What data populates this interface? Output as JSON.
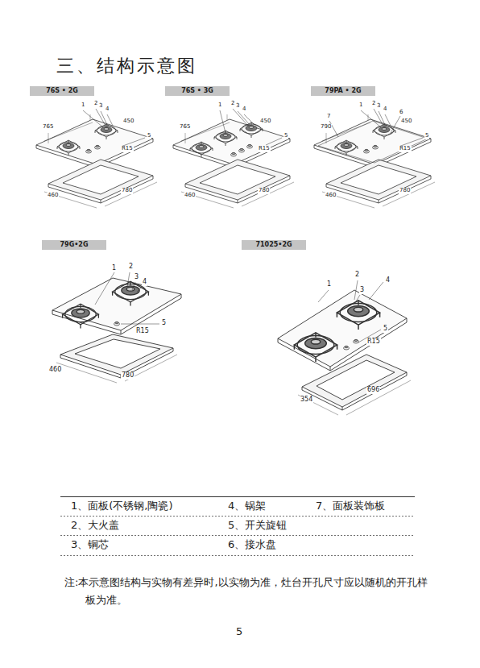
{
  "diagram": {
    "title": "三、结构示意图",
    "nodes": [
      {
        "text": [
          "76S • 2G"
        ]
      },
      {
        "text": [
          "76S • 3G"
        ]
      },
      {
        "text": [
          "79PA • 2G"
        ]
      },
      {
        "text": [
          "79G•2G"
        ]
      },
      {
        "text": [
          "71025•2G"
        ]
      }
    ],
    "labels": [
      "1",
      "2",
      "3",
      "4",
      "5",
      "765",
      "450",
      "R15",
      "460",
      "780",
      "1",
      "2",
      "3",
      "4",
      "5",
      "765",
      "450",
      "R15",
      "460",
      "780",
      "7",
      "1",
      "2",
      "3",
      "4",
      "6",
      "5",
      "790",
      "450",
      "R15",
      "460",
      "780",
      "1",
      "2",
      "3",
      "4",
      "5",
      "R15",
      "460",
      "780",
      "1",
      "2",
      "3",
      "4",
      "5",
      "R15",
      "354",
      "696",
      "1、面板(不锈钢,陶瓷)",
      "4、锅架",
      "7、面板装饰板",
      "2、大火盖",
      "5、开关旋钮",
      "3、铜芯",
      "6、接水盘",
      "注:本示意图结构与实物有差异时,以实物为准，灶台开孔尺寸应以随机的开孔样板为准。",
      "5"
    ]
  }
}
